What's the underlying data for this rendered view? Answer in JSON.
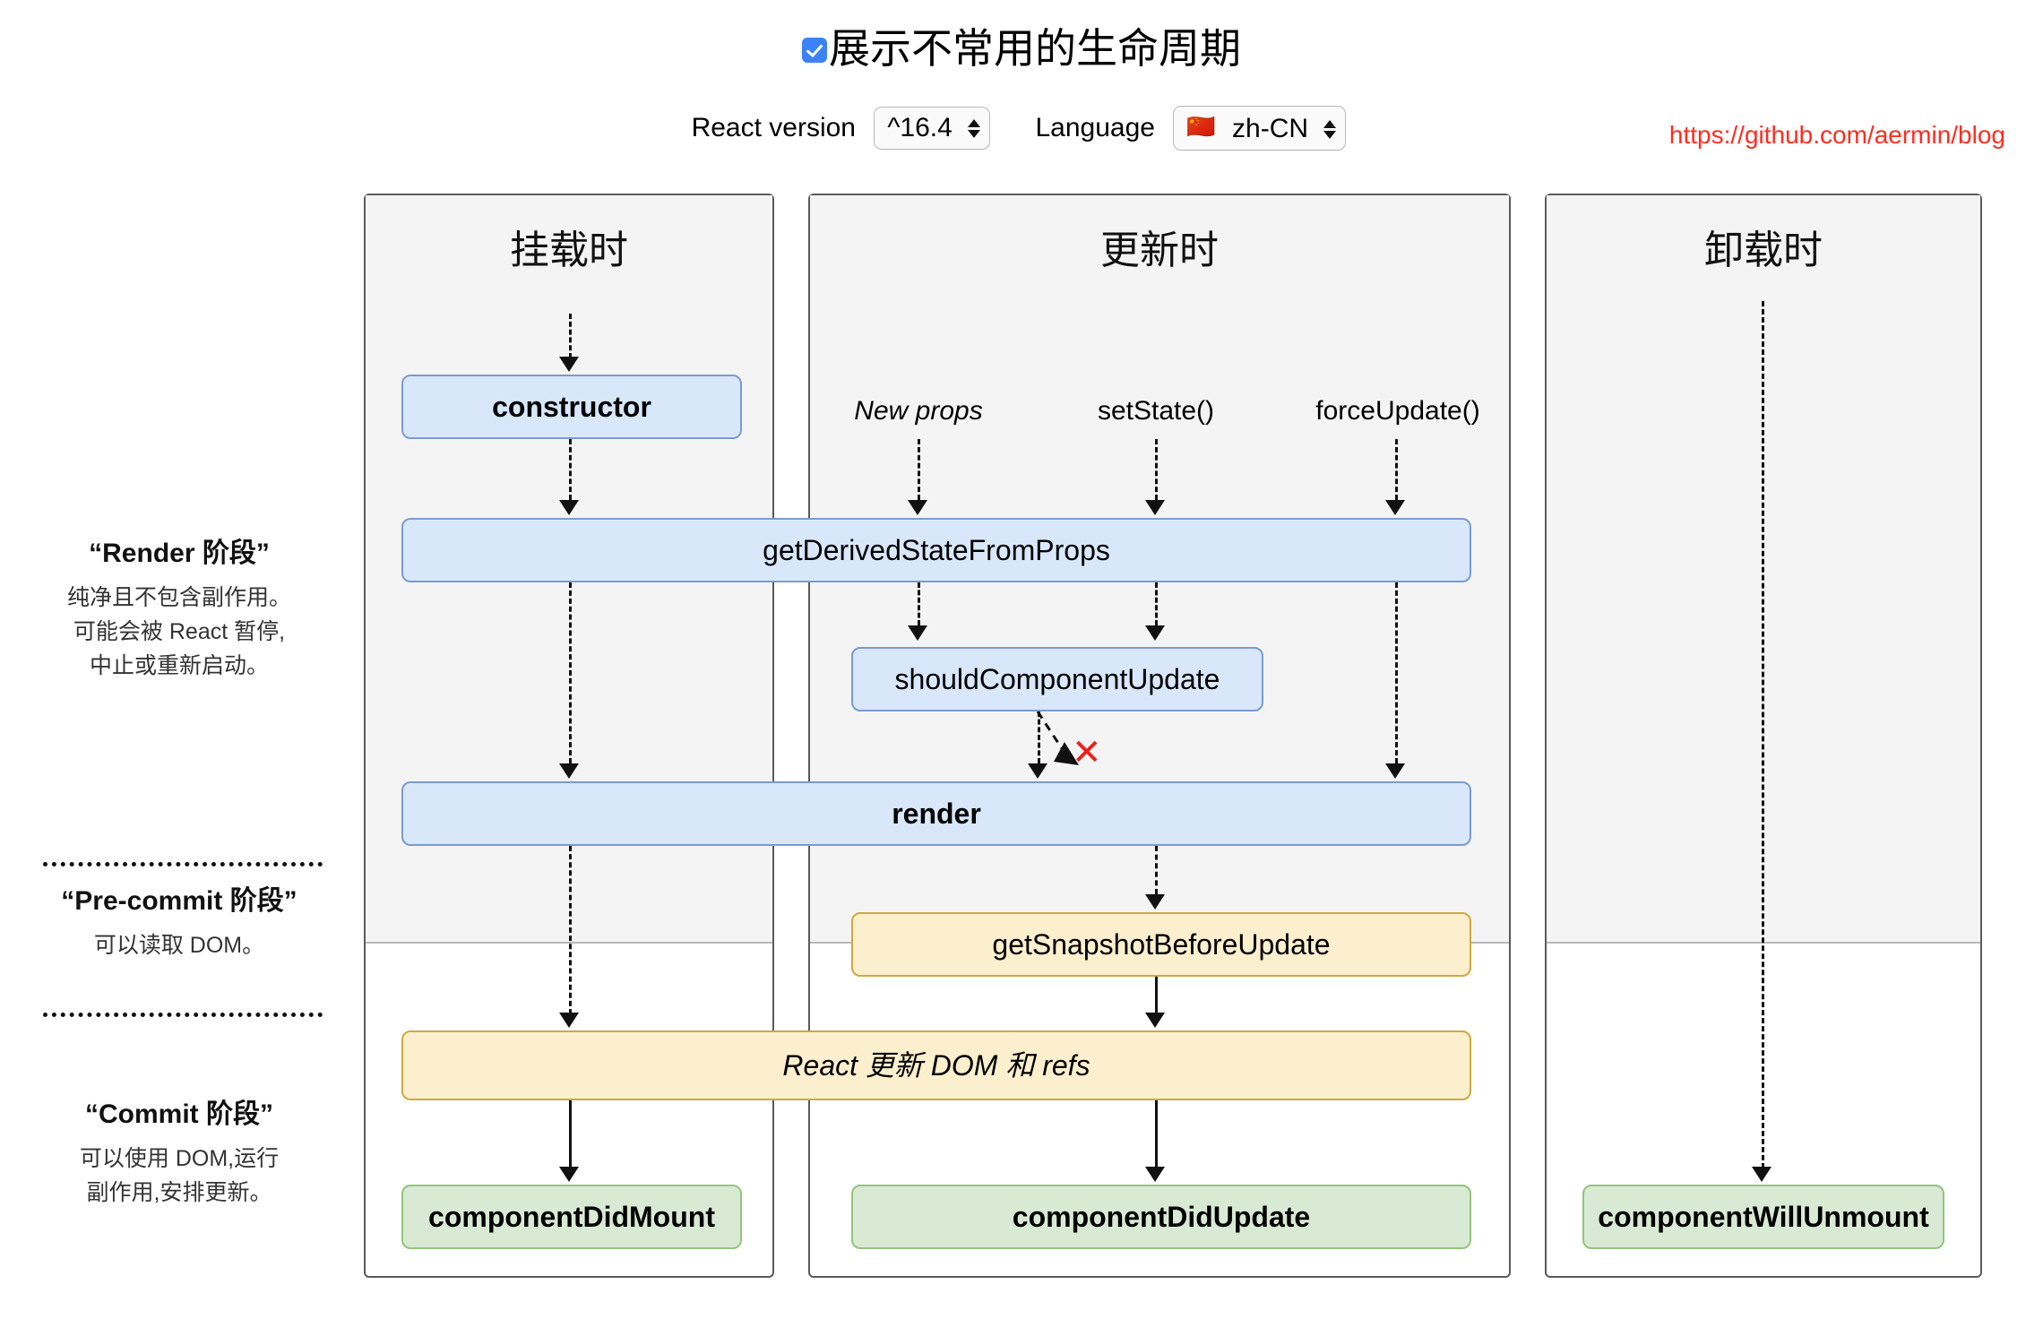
{
  "header": {
    "title": "展示不常用的生命周期",
    "checkbox_checked": true,
    "checkbox_color": "#3b82f6",
    "version_label": "React version",
    "version_value": "^16.4",
    "language_label": "Language",
    "language_flag": "🇨🇳",
    "language_value": "zh-CN",
    "repo_link": "https://github.com/aermin/blog",
    "repo_link_color": "#ff2d1f"
  },
  "phases": [
    {
      "title": "“Render 阶段”",
      "desc_lines": [
        "纯净且不包含副作用。",
        "可能会被 React 暂停,",
        "中止或重新启动。"
      ]
    },
    {
      "title": "“Pre-commit 阶段”",
      "desc_lines": [
        "可以读取 DOM。"
      ]
    },
    {
      "title": "“Commit 阶段”",
      "desc_lines": [
        "可以使用 DOM,运行",
        "副作用,安排更新。"
      ]
    }
  ],
  "columns": {
    "mount": "挂载时",
    "update": "更新时",
    "unmount": "卸载时"
  },
  "triggers": {
    "new_props": "New props",
    "set_state": "setState()",
    "force_update": "forceUpdate()"
  },
  "nodes": {
    "constructor": "constructor",
    "get_derived_state_from_props": "getDerivedStateFromProps",
    "should_component_update": "shouldComponentUpdate",
    "render": "render",
    "get_snapshot_before_update": "getSnapshotBeforeUpdate",
    "react_updates_dom": "React 更新 DOM 和 refs",
    "component_did_mount": "componentDidMount",
    "component_did_update": "componentDidUpdate",
    "component_will_unmount": "componentWillUnmount"
  },
  "markers": {
    "skip_x": "✕"
  },
  "colors": {
    "blue_fill": "#d9e7fb",
    "blue_border": "#7b9bd0",
    "yellow_fill": "#fcefcd",
    "yellow_border": "#cfa93f",
    "green_fill": "#d9ead4",
    "green_border": "#93c47d",
    "panel_shade": "#f4f4f4",
    "panel_border": "#5a5a5a",
    "x_mark": "#e8221a"
  }
}
